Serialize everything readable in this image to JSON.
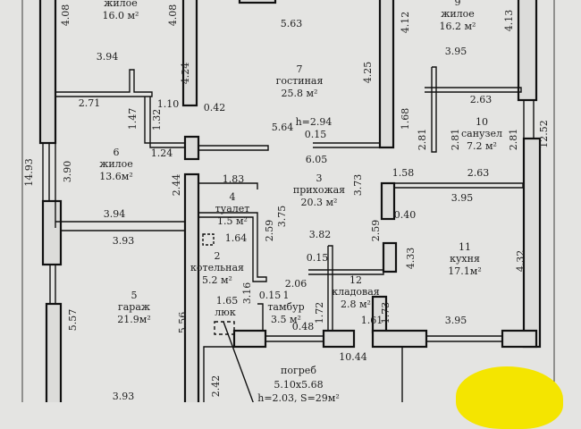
{
  "rooms": [
    {
      "number": "",
      "name": "жилое",
      "area": "16.0 м²"
    },
    {
      "number": "7",
      "name": "гостиная",
      "area": "25.8 м²"
    },
    {
      "number": "9",
      "name": "жилое",
      "area": "16.2 м²"
    },
    {
      "number": "10",
      "name": "санузел",
      "area": "7.2 м²"
    },
    {
      "number": "6",
      "name": "жилое",
      "area": "13.6м²"
    },
    {
      "number": "3",
      "name": "прихожая",
      "area": "20.3 м²"
    },
    {
      "number": "4",
      "name": "туалет",
      "area": "1.5 м²"
    },
    {
      "number": "2",
      "name": "котельная",
      "area": "5.2 м²"
    },
    {
      "number": "1",
      "name": "тамбур",
      "area": "3.5 м²"
    },
    {
      "number": "12",
      "name": "кладовая",
      "area": "2.8 м²"
    },
    {
      "number": "11",
      "name": "кухня",
      "area": "17.1м²"
    },
    {
      "number": "5",
      "name": "гараж",
      "area": "21.9м²"
    }
  ],
  "cellar": {
    "name": "погреб",
    "size": "5.10x5.68",
    "info": "h=2.03, S=29м²"
  },
  "hatch_label": "люк",
  "ceiling_height": "h=2.94",
  "dims_h": [
    "5.63",
    "3.94",
    "3.95",
    "2.71",
    "1.10",
    "0.42",
    "2.63",
    "1.24",
    "5.64",
    "0.15",
    "6.05",
    "1.58",
    "2.63",
    "1.83",
    "3.95",
    "3.94",
    "0.40",
    "3.93",
    "1.64",
    "3.82",
    "0.15",
    "2.06",
    "1.65",
    "0.15",
    "0.48",
    "1.61",
    "3.95",
    "10.44",
    "3.93"
  ],
  "dims_v": [
    "4.08",
    "4.08",
    "4.24",
    "4.12",
    "4.13",
    "4.25",
    "1.68",
    "1.47",
    "1.32",
    "3.90",
    "14.93",
    "2.44",
    "2.81",
    "2.81",
    "2.81",
    "12.52",
    "3.73",
    "3.75",
    "2.59",
    "2.59",
    "4.33",
    "4.32",
    "3.16",
    "5.57",
    "5.56",
    "1.72",
    "1.73",
    "2.42"
  ],
  "colors": {
    "paper": "#e4e4e2",
    "wall": "#111111",
    "highlight": "#f4e500"
  }
}
